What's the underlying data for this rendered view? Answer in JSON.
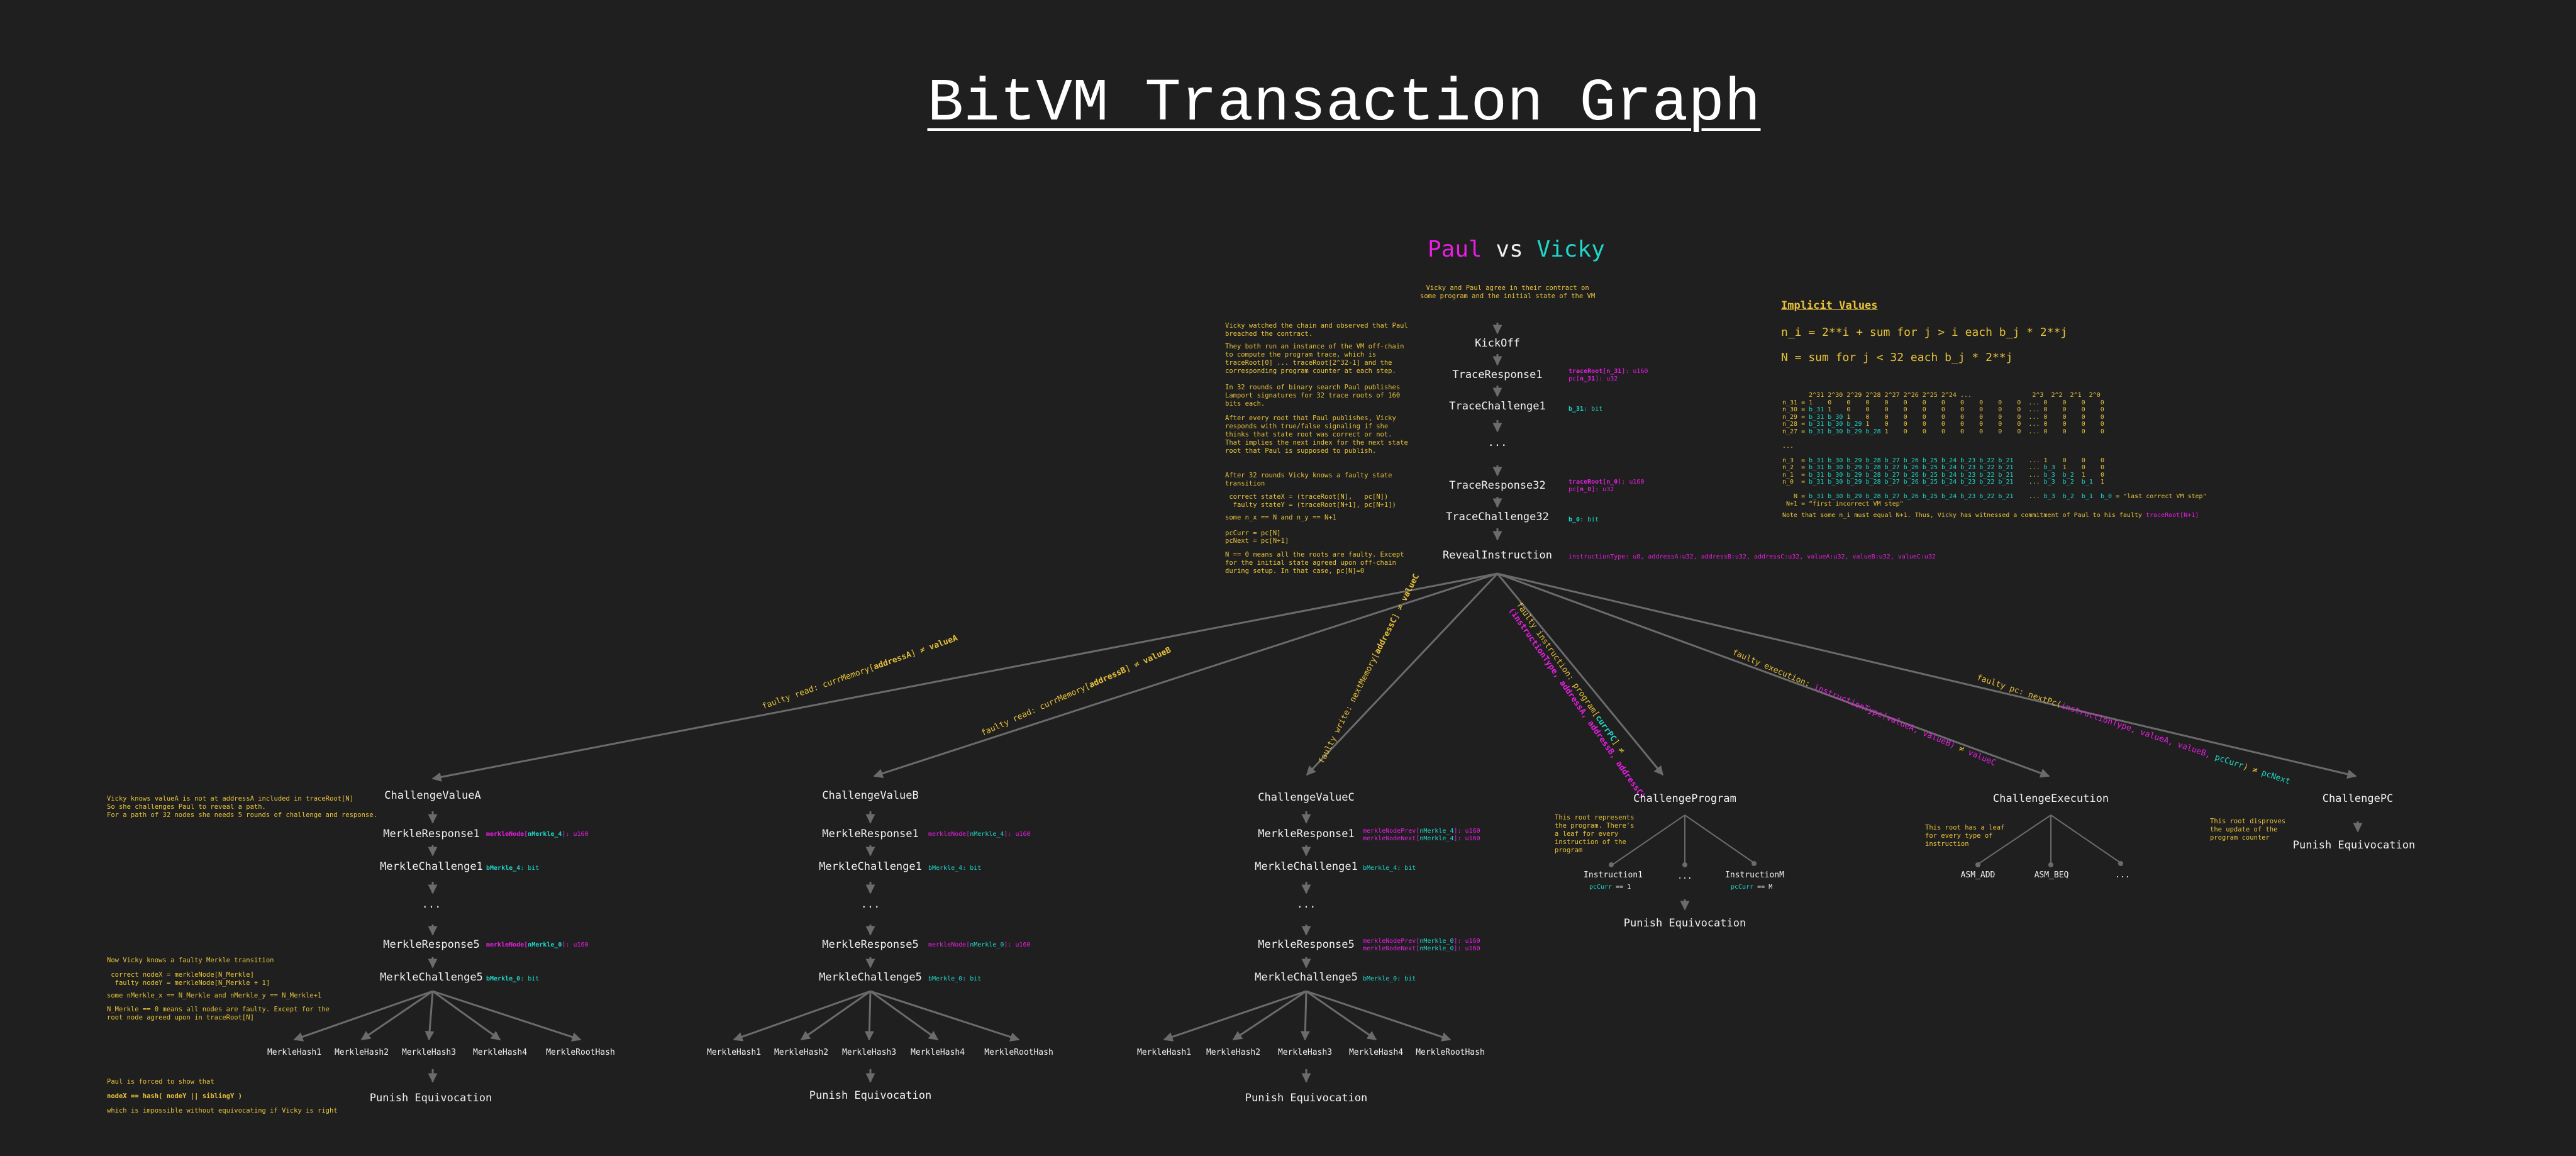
{
  "title": "BitVM Transaction Graph",
  "header": {
    "paul": "Paul",
    "vs": "vs",
    "vicky": "Vicky"
  },
  "colors": {
    "background": "#1f1f1f",
    "paul": "#e81ee3",
    "vicky": "#1fd7c8",
    "note": "#e8c23a",
    "edge": "#6b6b6b",
    "node_text": "#f2f2f2"
  },
  "intro_note": "Vicky and Paul agree in their contract on\nsome program and the initial state of the VM",
  "main_chain": {
    "nodes": [
      "KickOff",
      "TraceResponse1",
      "TraceChallenge1",
      "...",
      "TraceResponse32",
      "TraceChallenge32",
      "RevealInstruction"
    ],
    "annotations": {
      "trace_response1": {
        "line1_a": "traceRoot[",
        "line1_b": "n_31",
        "line1_c": "]: u160",
        "line2_a": "pc[",
        "line2_b": "n_31",
        "line2_c": "]: u32"
      },
      "trace_challenge1": {
        "name": "b_31",
        "type": ": bit"
      },
      "trace_response32": {
        "line1_a": "traceRoot[",
        "line1_b": "n_0",
        "line1_c": "]: u160",
        "line2_a": "pc[",
        "line2_b": "n_0",
        "line2_c": "]: u32"
      },
      "trace_challenge32": {
        "name": "b_0",
        "type": ": bit"
      },
      "reveal_instruction": "instructionType: u8, addressA:u32, addressB:u32, addressC:u32, valueA:u32, valueB:u32, valueC:u32"
    }
  },
  "left_notes": {
    "p1": "Vicky watched the chain and observed that Paul\nbreached the contract.",
    "p2": "They both run an instance of the VM off-chain\nto compute the program trace, which is\ntraceRoot[0] ... traceRoot[2^32-1] and the\ncorresponding program counter at each step.",
    "p3": "In 32 rounds of binary search Paul publishes\nLamport signatures for 32 trace roots of 160\nbits each.",
    "p4": "After every root that Paul publishes, Vicky\nresponds with true/false signaling if she\nthinks that state root was correct or not.\nThat implies the next index for the next state\nroot that Paul is supposed to publish.",
    "p5": "After 32 rounds Vicky knows a faulty state\ntransition",
    "p6": " correct stateX = (traceRoot[N],   pc[N])\n  faulty stateY = (traceRoot[N+1], pc[N+1])",
    "p7": "some n_x == N and n_y == N+1",
    "p8_1": "pcCurr = pc[N]",
    "p8_2": "pcNext = pc[N+1]",
    "p9": "N == 0 means all the roots are faulty. Except\nfor the initial state agreed upon off-chain\nduring setup. In that case, pc[N]=0"
  },
  "implicit_values": {
    "heading": "Implicit Values",
    "formula1": "n_i = 2**i + sum for j > i each b_j * 2**j",
    "formula2": "N = sum for j < 32 each b_j * 2**j",
    "table_lines": [
      "       2^31 2^30 2^29 2^28 2^27 2^26 2^25 2^24 ...                2^3  2^2  2^1  2^0",
      "n_31 = 1    0    0    0    0    0    0    0    0    0    0    0  ... 0    0    0    0",
      "n_30 = b_31 1    0    0    0    0    0    0    0    0    0    0  ... 0    0    0    0",
      "n_29 = b_31 b_30 1    0    0    0    0    0    0    0    0    0  ... 0    0    0    0",
      "n_28 = b_31 b_30 b_29 1    0    0    0    0    0    0    0    0  ... 0    0    0    0",
      "n_27 = b_31 b_30 b_29 b_28 1    0    0    0    0    0    0    0  ... 0    0    0    0",
      "",
      "...",
      "",
      "n_3  = b_31 b_30 b_29 b_28 b_27 b_26 b_25 b_24 b_23 b_22 b_21    ... 1    0    0    0",
      "n_2  = b_31 b_30 b_29 b_28 b_27 b_26 b_25 b_24 b_23 b_22 b_21    ... b_3  1    0    0",
      "n_1  = b_31 b_30 b_29 b_28 b_27 b_26 b_25 b_24 b_23 b_22 b_21    ... b_3  b_2  1    0",
      "n_0  = b_31 b_30 b_29 b_28 b_27 b_26 b_25 b_24 b_23 b_22 b_21    ... b_3  b_2  b_1  1",
      "",
      "   N = b_31 b_30 b_29 b_28 b_27 b_26 b_25 b_24 b_23 b_22 b_21    ... b_3  b_2  b_1  b_0 = \"last correct VM step\"",
      " N+1 = “first incorrect VM step\""
    ],
    "note_a": "Note that some n_i must equal N+1. Thus, Vicky has witnessed a commitment of Paul to his faulty ",
    "note_b": "traceRoot[N+1]"
  },
  "edges": [
    {
      "a": "faulty read: currMemory[",
      "b": "addressA",
      "c": "] ≠ ",
      "d": "valueA"
    },
    {
      "a": "faulty read: currMemory[",
      "b": "addressB",
      "c": "] ≠ ",
      "d": "valueB"
    },
    {
      "a": "faulty write: nextMemory[",
      "b": "addressC",
      "c": "] ≠ ",
      "d": "valueC"
    },
    {
      "a": "faulty instruction: program[",
      "b": "currPC",
      "c": "] ≠",
      "line2": "(instructionType, addressA, addressB, addressC)"
    },
    {
      "a": "faulty execution: ",
      "b": "instructionType(valueA, valueB)",
      "c": " ≠ ",
      "d": "valueC"
    },
    {
      "a": "faulty pc: nextPc(",
      "b": "instructionType, valueA, valueB, ",
      "c": "pcCurr",
      "d": ") ≠ ",
      "e": "pcNext"
    }
  ],
  "branches": {
    "a": {
      "root": "ChallengeValueA",
      "nodes": [
        "MerkleResponse1",
        "MerkleChallenge1",
        "...",
        "MerkleResponse5",
        "MerkleChallenge5"
      ],
      "resp1": {
        "a": "merkleNode[",
        "b": "nMerkle_4",
        "c": "]: u160"
      },
      "chal1": {
        "name": "bMerkle_4",
        "type": ": bit"
      },
      "resp5": {
        "a": "merkleNode[",
        "b": "nMerkle_0",
        "c": "]: u160"
      },
      "chal5": {
        "name": "bMerkle_0",
        "type": ": bit"
      },
      "hashes": [
        "MerkleHash1",
        "MerkleHash2",
        "MerkleHash3",
        "MerkleHash4",
        "MerkleRootHash"
      ],
      "punish": "Punish Equivocation",
      "note_top": "Vicky knows valueA is not at addressA included in traceRoot[N]\nSo she challenges Paul to reveal a path.\nFor a path of 32 nodes she needs 5 rounds of challenge and response.",
      "note_mid1": "Now Vicky knows a faulty Merkle transition",
      "note_mid2": " correct nodeX = merkleNode[N_Merkle]\n  faulty nodeY = merkleNode[N_Merkle + 1]",
      "note_mid3": "some nMerkle_x == N_Merkle and nMerkle_y == N_Merkle+1",
      "note_mid4": "N_Merkle == 0 means all nodes are faulty. Except for the\nroot node agreed upon in traceRoot[N]",
      "note_bot1": "Paul is forced to show that",
      "note_bot2": "nodeX == hash( nodeY || siblingY )",
      "note_bot3": "which is impossible without equivocating if Vicky is right"
    },
    "b": {
      "root": "ChallengeValueB",
      "nodes": [
        "MerkleResponse1",
        "MerkleChallenge1",
        "...",
        "MerkleResponse5",
        "MerkleChallenge5"
      ],
      "resp1": {
        "a": "merkleNode[",
        "b": "nMerkle_4",
        "c": "]: u160"
      },
      "chal1": {
        "name": "bMerkle_4",
        "type": ": bit"
      },
      "resp5": {
        "a": "merkleNode[",
        "b": "nMerkle_0",
        "c": "]: u160"
      },
      "chal5": {
        "name": "bMerkle_0",
        "type": ": bit"
      },
      "hashes": [
        "MerkleHash1",
        "MerkleHash2",
        "MerkleHash3",
        "MerkleHash4",
        "MerkleRootHash"
      ],
      "punish": "Punish Equivocation"
    },
    "c": {
      "root": "ChallengeValueC",
      "nodes": [
        "MerkleResponse1",
        "MerkleChallenge1",
        "...",
        "MerkleResponse5",
        "MerkleChallenge5"
      ],
      "resp1a": {
        "a": "merkleNodePrev[",
        "b": "nMerkle_4",
        "c": "]: u160"
      },
      "resp1b": {
        "a": "merkleNodeNext[",
        "b": "nMerkle_4",
        "c": "]: u160"
      },
      "chal1": {
        "name": "bMerkle_4",
        "type": ": bit"
      },
      "resp5a": {
        "a": "merkleNodePrev[",
        "b": "nMerkle_0",
        "c": "]: u160"
      },
      "resp5b": {
        "a": "merkleNodeNext[",
        "b": "nMerkle_0",
        "c": "]: u160"
      },
      "chal5": {
        "name": "bMerkle_0",
        "type": ": bit"
      },
      "hashes": [
        "MerkleHash1",
        "MerkleHash2",
        "MerkleHash3",
        "MerkleHash4",
        "MerkleRootHash"
      ],
      "punish": "Punish Equivocation"
    },
    "program": {
      "root": "ChallengeProgram",
      "note": "This root represents\nthe program. There's\na leaf for every\ninstruction of the\nprogram",
      "leaves": [
        "Instruction1",
        "...",
        "InstructionM"
      ],
      "leaf1_sub_a": "pcCurr",
      "leaf1_sub_b": " == 1",
      "leafM_sub_a": "pcCurr",
      "leafM_sub_b": " == M",
      "punish": "Punish Equivocation"
    },
    "execution": {
      "root": "ChallengeExecution",
      "note": "This root has a leaf\nfor every type of\ninstruction",
      "leaves": [
        "ASM_ADD",
        "ASM_BEQ",
        "..."
      ]
    },
    "pc": {
      "root": "ChallengePC",
      "note": "This root disproves\nthe update of the\nprogram counter",
      "punish": "Punish Equivocation"
    }
  }
}
